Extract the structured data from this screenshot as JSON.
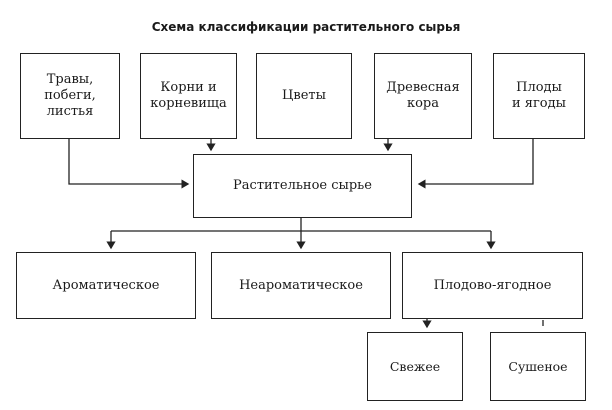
{
  "title": "Схема классификации растительного сырья",
  "sources": [
    "Травы,\nпобеги,\nлистья",
    "Корни и\nкорневища",
    "Цветы",
    "Древесная\nкора",
    "Плоды\nи ягоды"
  ],
  "center": "Растительное сырье",
  "categories": [
    "Ароматическое",
    "Неароматическое",
    "Плодово-ягодное"
  ],
  "subcategories": [
    "Свежее",
    "Сушеное"
  ]
}
